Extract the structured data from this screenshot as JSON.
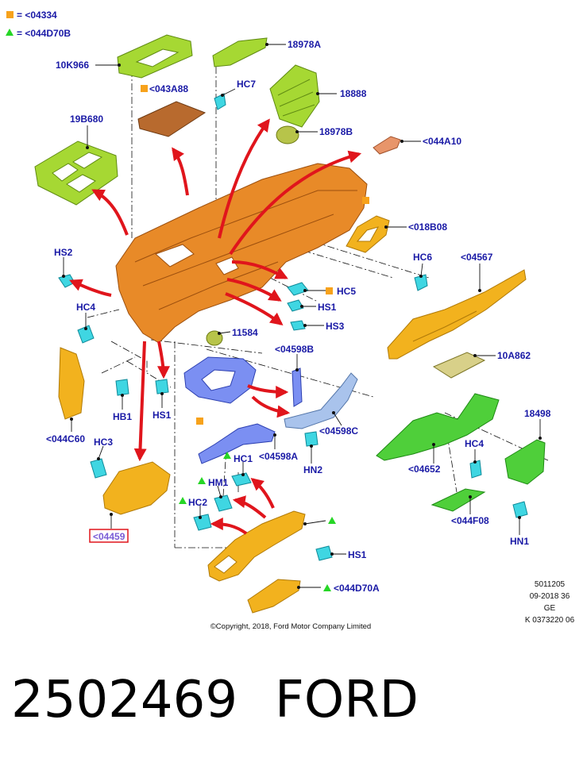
{
  "legend": [
    {
      "symbol": "square",
      "color": "#f7a21b",
      "text": "= <04334"
    },
    {
      "symbol": "triangle",
      "color": "#26d626",
      "text": "= <044D70B"
    }
  ],
  "callouts": {
    "p10K966": "10K966",
    "p18978A": "18978A",
    "p043A88": "<043A88",
    "pHC7": "HC7",
    "p18888": "18888",
    "p19B680": "19B680",
    "p18978B": "18978B",
    "p044A10": "<044A10",
    "p018B08": "<018B08",
    "pHS2": "HS2",
    "pHC6": "HC6",
    "p04567": "<04567",
    "pHC5": "HC5",
    "pHC4a": "HC4",
    "pHS1a": "HS1",
    "pHS3": "HS3",
    "p11584": "11584",
    "p04598B": "<04598B",
    "p10A862": "10A862",
    "pHB1": "HB1",
    "pHS1b": "HS1",
    "p044C60": "<044C60",
    "p04598C": "<04598C",
    "p18498": "18498",
    "pHC3": "HC3",
    "pHN2": "HN2",
    "p04598A": "<04598A",
    "pHC1": "HC1",
    "p04652": "<04652",
    "pHC4b": "HC4",
    "pHM1": "HM1",
    "p04459": "<04459",
    "pHC2": "HC2",
    "p044F08": "<044F08",
    "pHN1": "HN1",
    "pHS1c": "HS1",
    "p044D70A": "<044D70A"
  },
  "doc_info": [
    "5011205",
    "09-2018 36",
    "GE",
    "K 0373220 06"
  ],
  "copyright": "©Copyright, 2018, Ford Motor Company Limited",
  "part_number": "2502469",
  "brand": "FORD",
  "colors": {
    "label_text": "#1a1aa6",
    "arrow": "#e0151c",
    "highlight_box": "#e0151c",
    "legend_square": "#f7a21b",
    "legend_triangle": "#26d626"
  }
}
